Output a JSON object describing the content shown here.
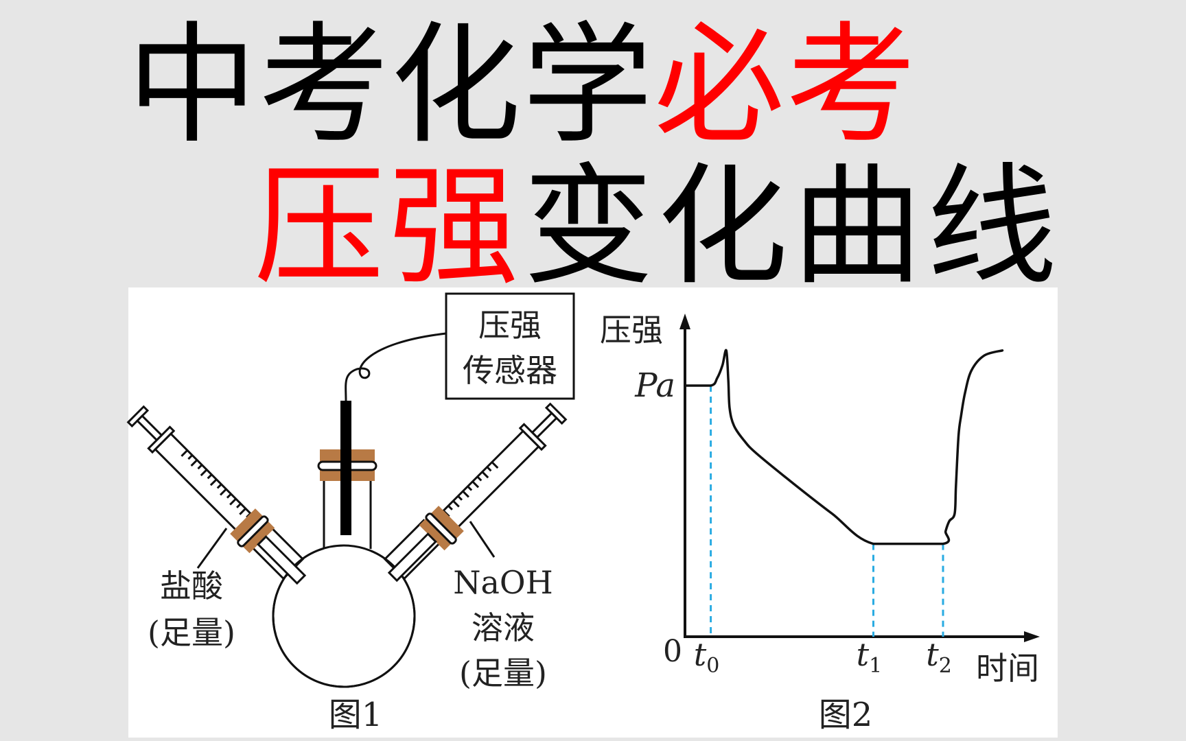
{
  "title": {
    "line1_black": "中考化学",
    "line1_red": "必考",
    "line2_red": "压强",
    "line2_black": "变化曲线",
    "accent_color": "#ff0000"
  },
  "figure1": {
    "sensor_line1": "压强",
    "sensor_line2": "传感器",
    "left_label_1": "盐酸",
    "left_label_2": "(足量)",
    "right_label_1": "NaOH",
    "right_label_2": "溶液",
    "right_label_3": "(足量)",
    "caption": "图1"
  },
  "chart_data": {
    "type": "line",
    "title": "",
    "caption": "图2",
    "ylabel": "压强",
    "xlabel": "时间",
    "origin_label": "0",
    "y_tick_label": "Pa",
    "y_tick_value": 1.0,
    "x_ticks": [
      {
        "label": "t",
        "sub": "0",
        "value": 1.0
      },
      {
        "label": "t",
        "sub": "1",
        "value": 7.3
      },
      {
        "label": "t",
        "sub": "2",
        "value": 10.0
      }
    ],
    "xlim": [
      0,
      13.75
    ],
    "ylim": [
      0,
      1.28
    ],
    "grid": false,
    "guide_color": "#29abe2",
    "series": [
      {
        "name": "pressure",
        "x": [
          0,
          1.0,
          1.25,
          1.45,
          1.6,
          1.68,
          1.73,
          1.9,
          2.3,
          2.77,
          4.2,
          5.7,
          7.3,
          10.0,
          10.1,
          10.24,
          10.45,
          10.5,
          10.6,
          10.7,
          10.85,
          11.1,
          11.6,
          12.3
        ],
        "y": [
          1.0,
          1.0,
          1.03,
          1.08,
          1.14,
          1.02,
          0.91,
          0.84,
          0.78,
          0.73,
          0.61,
          0.49,
          0.37,
          0.37,
          0.42,
          0.46,
          0.49,
          0.6,
          0.8,
          0.88,
          0.97,
          1.06,
          1.12,
          1.14
        ]
      }
    ]
  }
}
